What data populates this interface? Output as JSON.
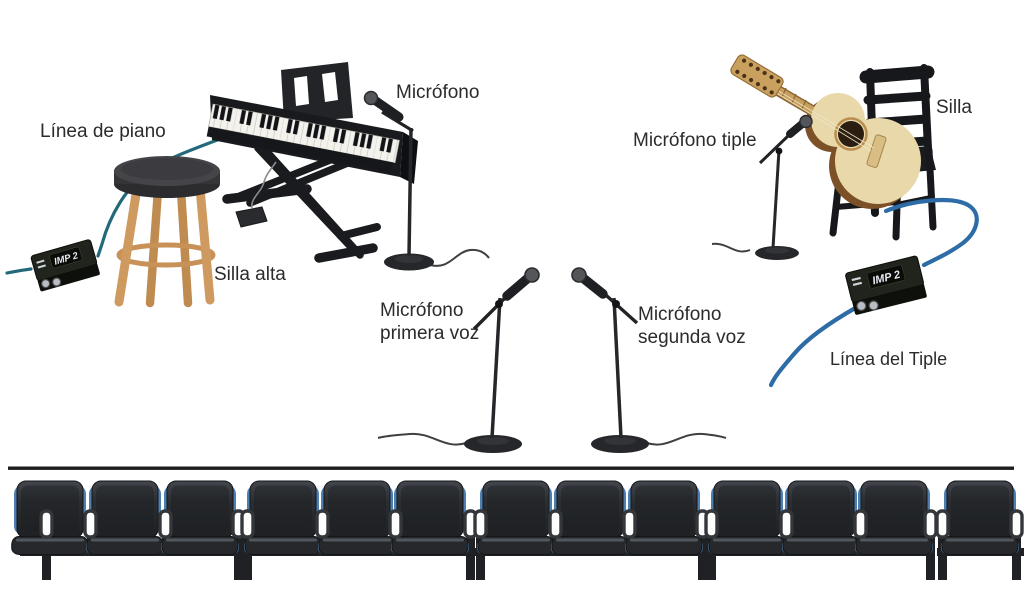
{
  "diagram": {
    "title_context": "stage setup diagram for piano, voices and tiple",
    "labels": {
      "linea_piano": "Línea de piano",
      "mic_piano": "Micrófono",
      "silla_alta": "Silla alta",
      "mic1_line1": "Micrófono",
      "mic1_line2": "primera voz",
      "mic2_line1": "Micrófono",
      "mic2_line2": "segunda voz",
      "mic_tiple": "Micrófono tiple",
      "silla": "Silla",
      "linea_tiple": "Línea del Tiple",
      "di_box": "IMP 2"
    },
    "colors": {
      "piano_cable_teal": "#24697a",
      "tiple_cable_blue": "#2d6ca6",
      "label_text": "#2b2b2b",
      "audience_chair_dark": "#25272b",
      "audience_chair_accent": "#4d7fb0",
      "stool_wood": "#cf9a60",
      "tiple_top_wood": "#e9d8a9"
    },
    "audience": {
      "rows": 1,
      "chair_groups": [
        3,
        3,
        3,
        3,
        1
      ],
      "total_chairs": 13
    }
  }
}
